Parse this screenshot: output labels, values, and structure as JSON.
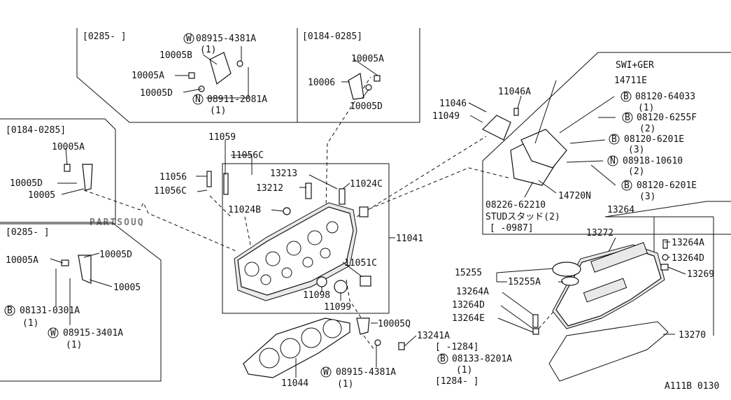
{
  "watermark": "PARTSOUQ",
  "code": "A111B 0130",
  "markers": {
    "B": "B",
    "W": "W",
    "N": "N"
  },
  "labels": {
    "p0285a": "[0285-     ]",
    "w089154381a_top": "08915-4381A",
    "q1a": "(1)",
    "p10005b": "10005B",
    "p10005a_a": "10005A",
    "p10005d_a": "10005D",
    "n089112081a": "08911-2081A",
    "q1b": "(1)",
    "p01840285a": "[0184-0285]",
    "p10005a_b": "10005A",
    "p10006": "10006",
    "p10005d_b": "10005D",
    "p01840285b": "[0184-0285]",
    "p10005a_c": "10005A",
    "p10005d_c": "10005D",
    "p10005_a": "10005",
    "p0285b": "[0285-     ]",
    "p10005a_d": "10005A",
    "p10005d_d": "10005D",
    "p10005_b": "10005",
    "b081310301a": "08131-0301A",
    "q1c": "(1)",
    "w089153401a": "08915-3401A",
    "q1d": "(1)",
    "p11059": "11059",
    "p11056c_a": "11056C",
    "p11056": "11056",
    "p11056c_b": "11056C",
    "p13213": "13213",
    "p13212": "13212",
    "p11024c": "11024C",
    "p11024b": "11024B",
    "p11041": "11041",
    "p11051c": "11051C",
    "p11098": "11098",
    "p11099": "11099",
    "p11044": "11044",
    "p10005q": "10005Q",
    "w089154381a_bot": "08915-4381A",
    "q1e": "(1)",
    "p13241a": "13241A",
    "p1284a": "[     -1284]",
    "b081338201a": "08133-8201A",
    "q1f": "(1)",
    "p1284b": "[1284-     ]",
    "p11046": "11046",
    "p11046a": "11046A",
    "p11049": "11049",
    "swigr": "SWI+GER",
    "p14711e": "14711E",
    "b0812064033": "08120-64033",
    "q1g": "(1)",
    "b081206255f": "08120-6255F",
    "q2a": "(2)",
    "b081206201e_a": "08120-6201E",
    "q3a": "(3)",
    "n0891810610": "08918-10610",
    "q2b": "(2)",
    "b081206201e_b": "08120-6201E",
    "q3b": "(3)",
    "p14720n": "14720N",
    "p0822662210": "08226-62210",
    "stud": "STUDスタッド(2)",
    "p0987": "[     -0987]",
    "p13264": "13264",
    "p13272": "13272",
    "p13264a_r": "13264A",
    "p13264d_r": "13264D",
    "p13269": "13269",
    "p15255": "15255",
    "p15255a": "15255A",
    "p13264a_l": "13264A",
    "p13264d_l": "13264D",
    "p13264e": "13264E",
    "p13270": "13270"
  }
}
